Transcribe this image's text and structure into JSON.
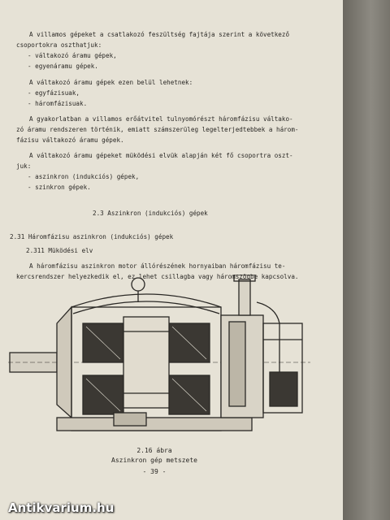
{
  "text": {
    "p1_l1": "A villamos gépeket a csatlakozó feszültség fajtája szerint a következő",
    "p1_l2": "csoportokra oszthatjuk:",
    "li1": "- váltakozó áramu gépek,",
    "li2": "- egyenáramu gépek.",
    "p2": "A váltakozó áramu gépek ezen belül lehetnek:",
    "li3": "- egyfázisuak,",
    "li4": "- háromfázisuak.",
    "p3_l1": "A gyakorlatban a villamos erőátvitel tulnyomórészt háromfázisu váltako-",
    "p3_l2": "zó áramu rendszeren történik, emiatt számszerüleg legelterjedtebbek a három-",
    "p3_l3": "fázisu váltakozó áramu gépek.",
    "p4_l1": "A váltakozó áramu gépeket müködési elvük alapján két fő csoportra oszt-",
    "p4_l2": "juk:",
    "li5": "- aszinkron (indukciós) gépek,",
    "li6": "- szinkron gépek.",
    "h1": "2.3 Aszinkron (indukciós) gépek",
    "h2": "2.31 Háromfázisu aszinkron (indukciós) gépek",
    "h3": "2.311 Müködési elv",
    "p5_l1": "A háromfázisu aszinkron motor állórészének hornyaiban háromfázisu te-",
    "p5_l2": "kercsrendszer helyezkedik el, ez lehet csillagba vagy háromszögbe kapcsolva.",
    "fig_num": "2.16 ábra",
    "fig_title": "Aszinkron gép metszete",
    "page_num": "- 39 -",
    "watermark": "Antikvarium.hu"
  }
}
